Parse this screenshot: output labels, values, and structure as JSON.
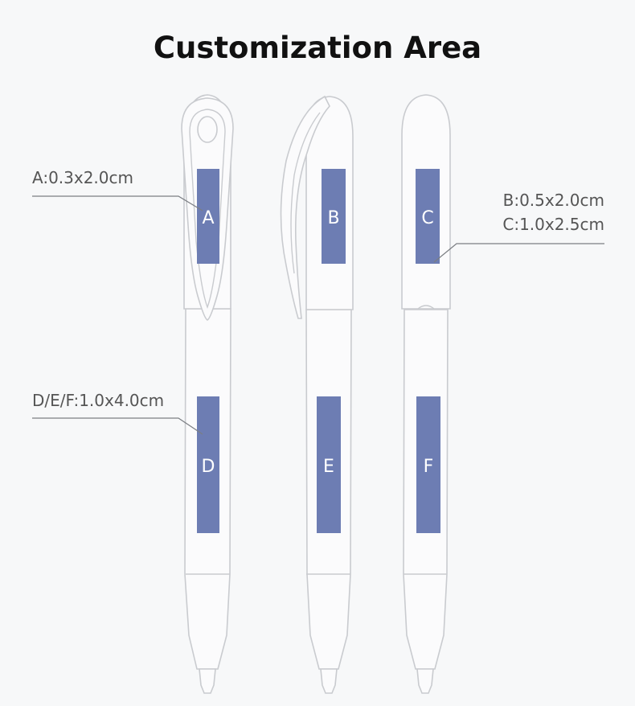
{
  "title": "Customization Area",
  "zones": [
    {
      "letter": "A"
    },
    {
      "letter": "B"
    },
    {
      "letter": "C"
    },
    {
      "letter": "D"
    },
    {
      "letter": "E"
    },
    {
      "letter": "F"
    }
  ],
  "specs": {
    "a": "A:0.3x2.0cm",
    "b": "B:0.5x2.0cm",
    "c": "C:1.0x2.5cm",
    "def": "D/E/F:1.0x4.0cm"
  },
  "colors": {
    "zone_fill": "#6d7db3",
    "outline": "#c9cbcf",
    "leader": "#7b7e83"
  }
}
